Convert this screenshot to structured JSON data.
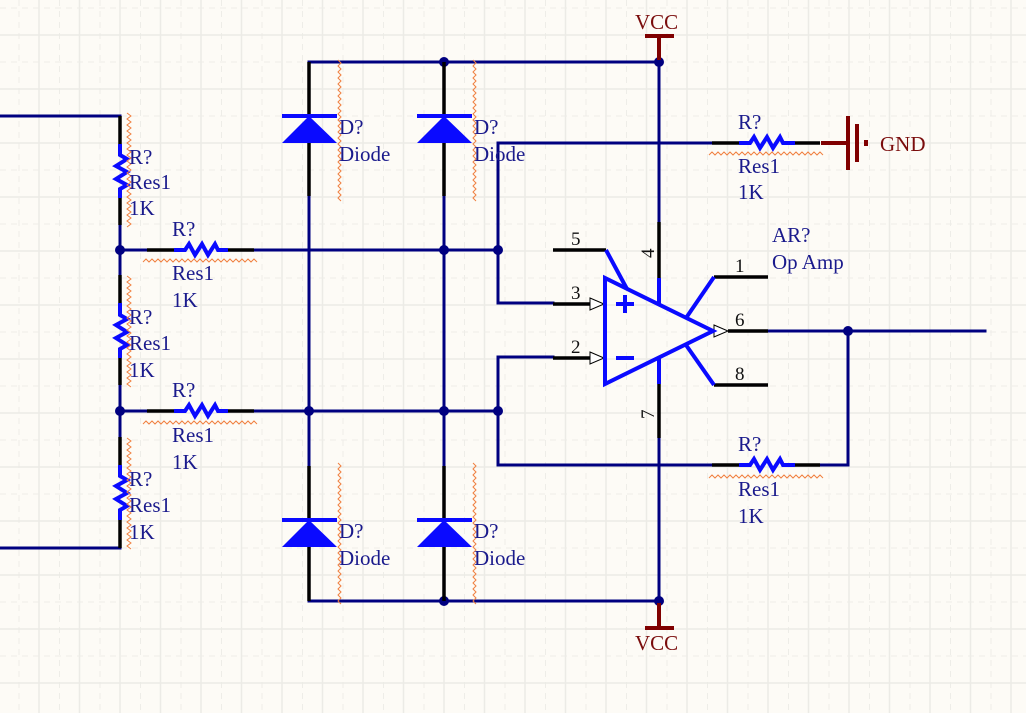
{
  "colors": {
    "background": "#fdfbf6",
    "wire": "#000080",
    "component_body": "#0a0aff",
    "component_label": "#1a1a8c",
    "power_port": "#800000",
    "pin_lead": "#000000",
    "error_squiggle": "#f08040"
  },
  "resistors": [
    {
      "id": "r-left-top",
      "designator": "R?",
      "comment": "Res1",
      "value": "1K"
    },
    {
      "id": "r-mid-top",
      "designator": "R?",
      "comment": "Res1",
      "value": "1K"
    },
    {
      "id": "r-left-mid",
      "designator": "R?",
      "comment": "Res1",
      "value": "1K"
    },
    {
      "id": "r-mid-bottom",
      "designator": "R?",
      "comment": "Res1",
      "value": "1K"
    },
    {
      "id": "r-left-bottom",
      "designator": "R?",
      "comment": "Res1",
      "value": "1K"
    },
    {
      "id": "r-gnd",
      "designator": "R?",
      "comment": "Res1",
      "value": "1K"
    },
    {
      "id": "r-feedback",
      "designator": "R?",
      "comment": "Res1",
      "value": "1K"
    }
  ],
  "diodes": [
    {
      "id": "d-top-left",
      "designator": "D?",
      "comment": "Diode"
    },
    {
      "id": "d-top-right",
      "designator": "D?",
      "comment": "Diode"
    },
    {
      "id": "d-bottom-left",
      "designator": "D?",
      "comment": "Diode"
    },
    {
      "id": "d-bottom-right",
      "designator": "D?",
      "comment": "Diode"
    }
  ],
  "opamp": {
    "designator": "AR?",
    "comment": "Op Amp",
    "pins": {
      "p1": "1",
      "p2": "2",
      "p3": "3",
      "p4": "4",
      "p5": "5",
      "p6": "6",
      "p7": "7",
      "p8": "8"
    },
    "plus": "+",
    "minus": "−"
  },
  "power": {
    "vcc_top": "VCC",
    "vcc_bottom": "VCC",
    "gnd": "GND"
  }
}
